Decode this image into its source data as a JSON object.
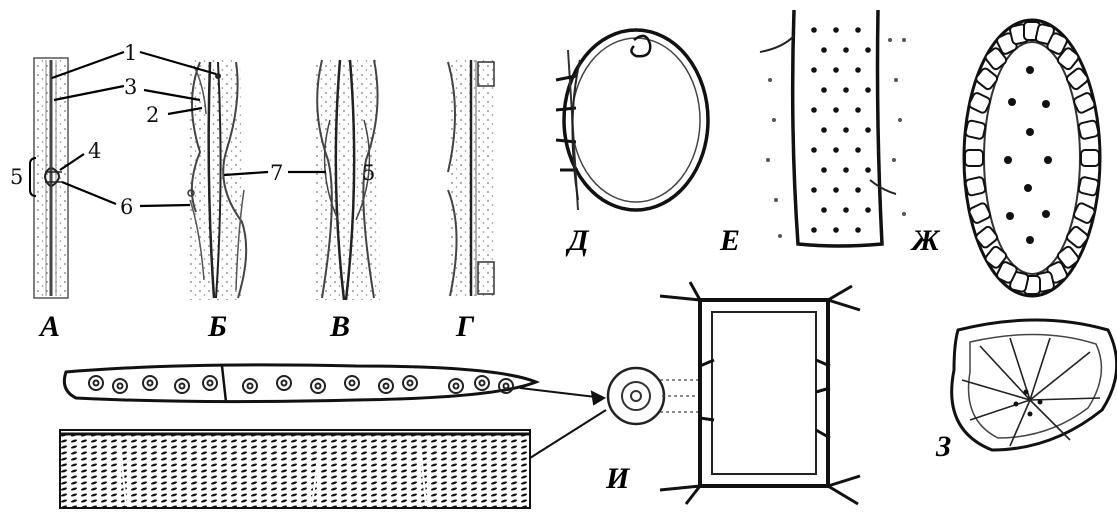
{
  "figure": {
    "panels": [
      {
        "id": "A",
        "label": "А"
      },
      {
        "id": "B",
        "label": "Б"
      },
      {
        "id": "V",
        "label": "В"
      },
      {
        "id": "G",
        "label": "Г"
      },
      {
        "id": "D",
        "label": "Д"
      },
      {
        "id": "E",
        "label": "Е"
      },
      {
        "id": "ZH",
        "label": "Ж"
      },
      {
        "id": "Z",
        "label": "З"
      },
      {
        "id": "I",
        "label": "И"
      }
    ],
    "callouts": {
      "n1": "1",
      "n2": "2",
      "n3": "3",
      "n4": "4",
      "n5a": "5",
      "n5b": "5",
      "n6": "6",
      "n7": "7"
    }
  }
}
